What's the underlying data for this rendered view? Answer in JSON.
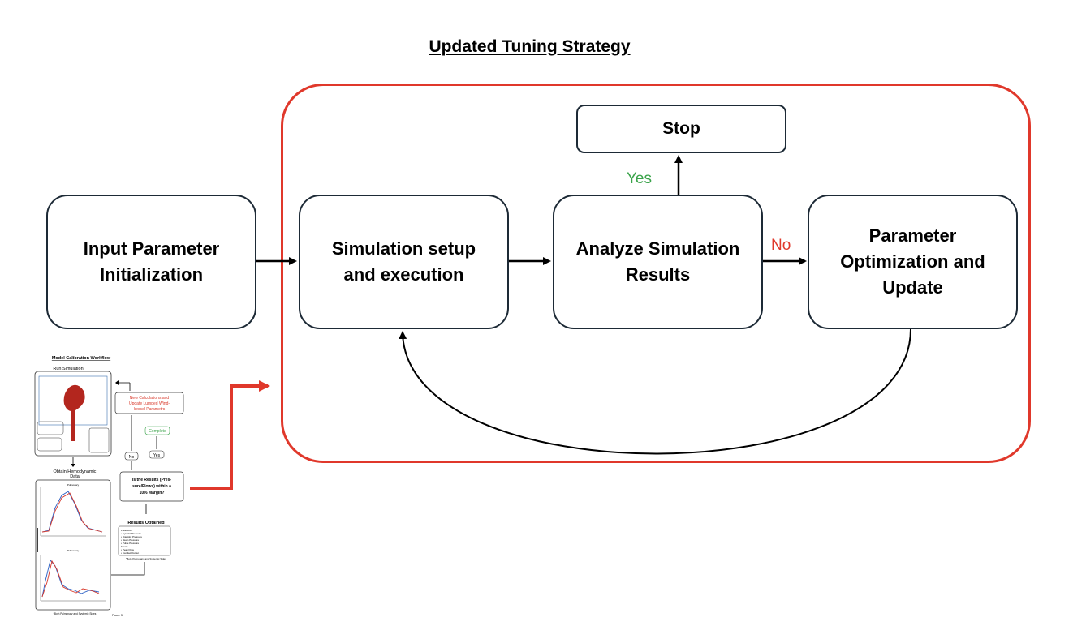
{
  "title": "Updated Tuning Strategy",
  "nodes": {
    "input": "Input Parameter\nInitialization",
    "sim": "Simulation setup\nand execution",
    "analyze": "Analyze Simulation\nResults",
    "optimize": "Parameter\nOptimization and\nUpdate",
    "stop": "Stop"
  },
  "edges": {
    "yes": "Yes",
    "no": "No"
  },
  "colors": {
    "frame": "#e0382b",
    "yes": "#3aa34a",
    "no": "#e0382b",
    "box_border": "#1d2a36"
  },
  "thumbnail": {
    "title": "Model Calibration Workflow",
    "run_simulation": "Run Simulation",
    "obtain_data": "Obtain Hemodynamic\nData",
    "new_calc": "New Calculations and\nUpdate Lumped Wind-\nkessel Parametrs",
    "complete": "Complete",
    "no": "No",
    "yes": "Yes",
    "question": "Is the Results (Pres-\nsure/Flows) within a\n10% Margin?",
    "results_obtained": "Results Obtained",
    "results_list": "Pressures:\n• Systolic Pressure\n• Diastolic Pressure\n• Mean Pressure\n• Pulse Pressure\nFlows:\n• Peak Flow\n• Cardiac Output",
    "both_sides": "*Both Pulmonary and Systemic Sides",
    "footer": "*Both Pulmonary and Systemic Sides",
    "figure": "Figure 3"
  }
}
